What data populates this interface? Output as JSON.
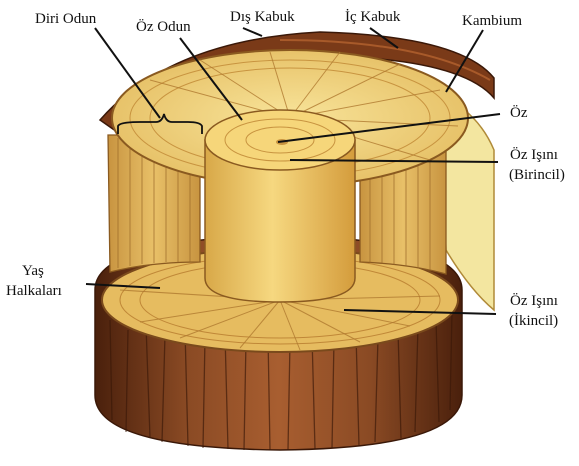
{
  "labels": {
    "diri_odun": "Diri Odun",
    "oz_odun": "Öz Odun",
    "dis_kabuk": "Dış Kabuk",
    "ic_kabuk": "İç Kabuk",
    "kambium": "Kambium",
    "oz": "Öz",
    "oz_isini_birincil_1": "Öz Işını",
    "oz_isini_birincil_2": "(Birincil)",
    "yas_halkalari_1": "Yaş",
    "yas_halkalari_2": "Halkaları",
    "oz_isini_ikincil_1": "Öz Işını",
    "oz_isini_ikincil_2": "(İkincil)"
  },
  "colors": {
    "bark_dark": "#5a2a12",
    "bark_mid": "#8a4a24",
    "bark_light": "#b06a3a",
    "wood_light": "#f4dc8a",
    "wood_mid": "#e8c068",
    "wood_dark": "#d4a040",
    "heartwood": "#f0c860",
    "cambium": "#f3e6a0"
  }
}
